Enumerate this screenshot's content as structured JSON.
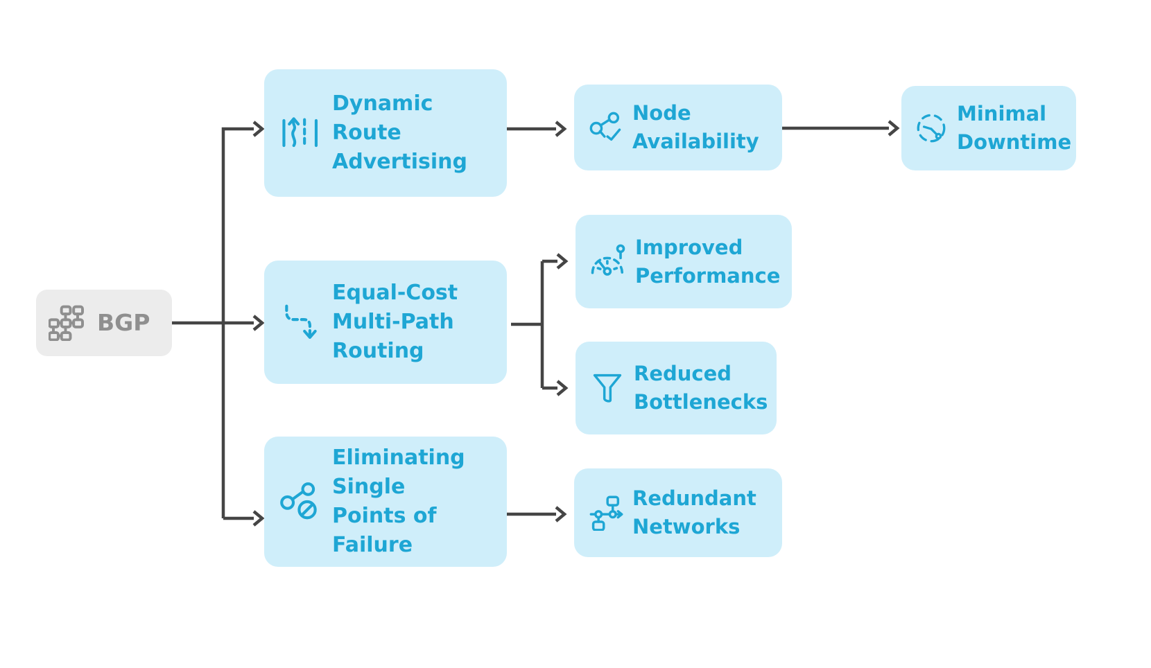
{
  "diagram": {
    "type": "flowchart",
    "direction": "left-to-right",
    "colors": {
      "background": "#ffffff",
      "node_fill": "#cfeefa",
      "node_text": "#1ea6d4",
      "node_icon": "#1ea6d4",
      "root_fill": "#ececec",
      "root_text": "#8f8f8f",
      "connector": "#454545"
    },
    "nodes": {
      "bgp": {
        "label": "BGP",
        "icon": "network-nodes-icon",
        "level": 0
      },
      "dynamic_route_advertising": {
        "label": "Dynamic Route Advertising",
        "icon": "route-lanes-arrow-icon",
        "level": 1
      },
      "equal_cost_multi_path_routing": {
        "label": "Equal-Cost Multi-Path Routing",
        "icon": "dashed-path-arrow-icon",
        "level": 1
      },
      "eliminating_single_points_of_failure": {
        "label": "Eliminating Single Points of Failure",
        "icon": "nodes-ban-icon",
        "level": 1
      },
      "node_availability": {
        "label": "Node Availability",
        "icon": "share-check-icon",
        "level": 2
      },
      "improved_performance": {
        "label": "Improved Performance",
        "icon": "gauge-icon",
        "level": 2
      },
      "reduced_bottlenecks": {
        "label": "Reduced Bottlenecks",
        "icon": "funnel-icon",
        "level": 2
      },
      "redundant_networks": {
        "label": "Redundant Networks",
        "icon": "network-topology-icon",
        "level": 2
      },
      "minimal_downtime": {
        "label": "Minimal Downtime",
        "icon": "dashed-clock-icon",
        "level": 3
      }
    },
    "edges": [
      {
        "from": "bgp",
        "to": "dynamic_route_advertising"
      },
      {
        "from": "bgp",
        "to": "equal_cost_multi_path_routing"
      },
      {
        "from": "bgp",
        "to": "eliminating_single_points_of_failure"
      },
      {
        "from": "dynamic_route_advertising",
        "to": "node_availability"
      },
      {
        "from": "node_availability",
        "to": "minimal_downtime"
      },
      {
        "from": "equal_cost_multi_path_routing",
        "to": "improved_performance"
      },
      {
        "from": "equal_cost_multi_path_routing",
        "to": "reduced_bottlenecks"
      },
      {
        "from": "eliminating_single_points_of_failure",
        "to": "redundant_networks"
      }
    ]
  }
}
